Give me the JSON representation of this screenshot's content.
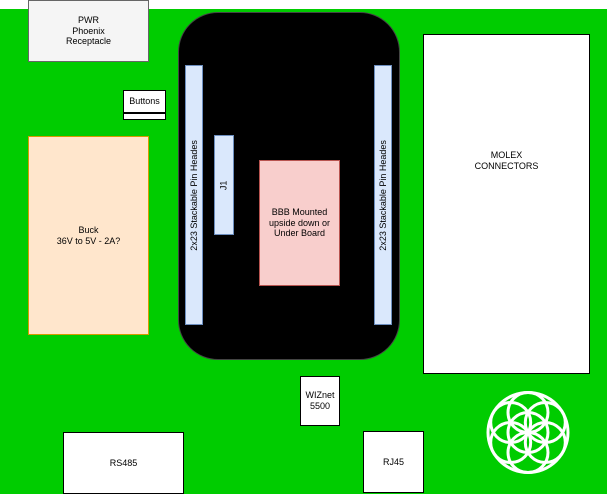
{
  "blocks": {
    "pwr": "PWR\nPhoenix\nReceptacle",
    "buttons": "Buttons",
    "buck": "Buck\n36V to 5V - 2A?",
    "header_left": "2x23 Stackable Pin Heades",
    "j1": "J1",
    "bbb": "BBB Mounted\nupside down or\nUnder Board",
    "header_right": "2x23 Stackable Pin Heades",
    "molex": "MOLEX\nCONNECTORS",
    "wiznet": "WIZnet\n5500",
    "rs485": "RS485",
    "rj45": "RJ45"
  },
  "colors": {
    "board": "#00cc00",
    "bbb_body": "#000000",
    "pin_header": "#dae8fc",
    "bbb_module": "#f8cecc",
    "buck": "#ffe6cc",
    "pwr": "#f5f5f5",
    "white": "#ffffff"
  },
  "icons": {
    "logo": "flower-of-life-logo-icon"
  }
}
